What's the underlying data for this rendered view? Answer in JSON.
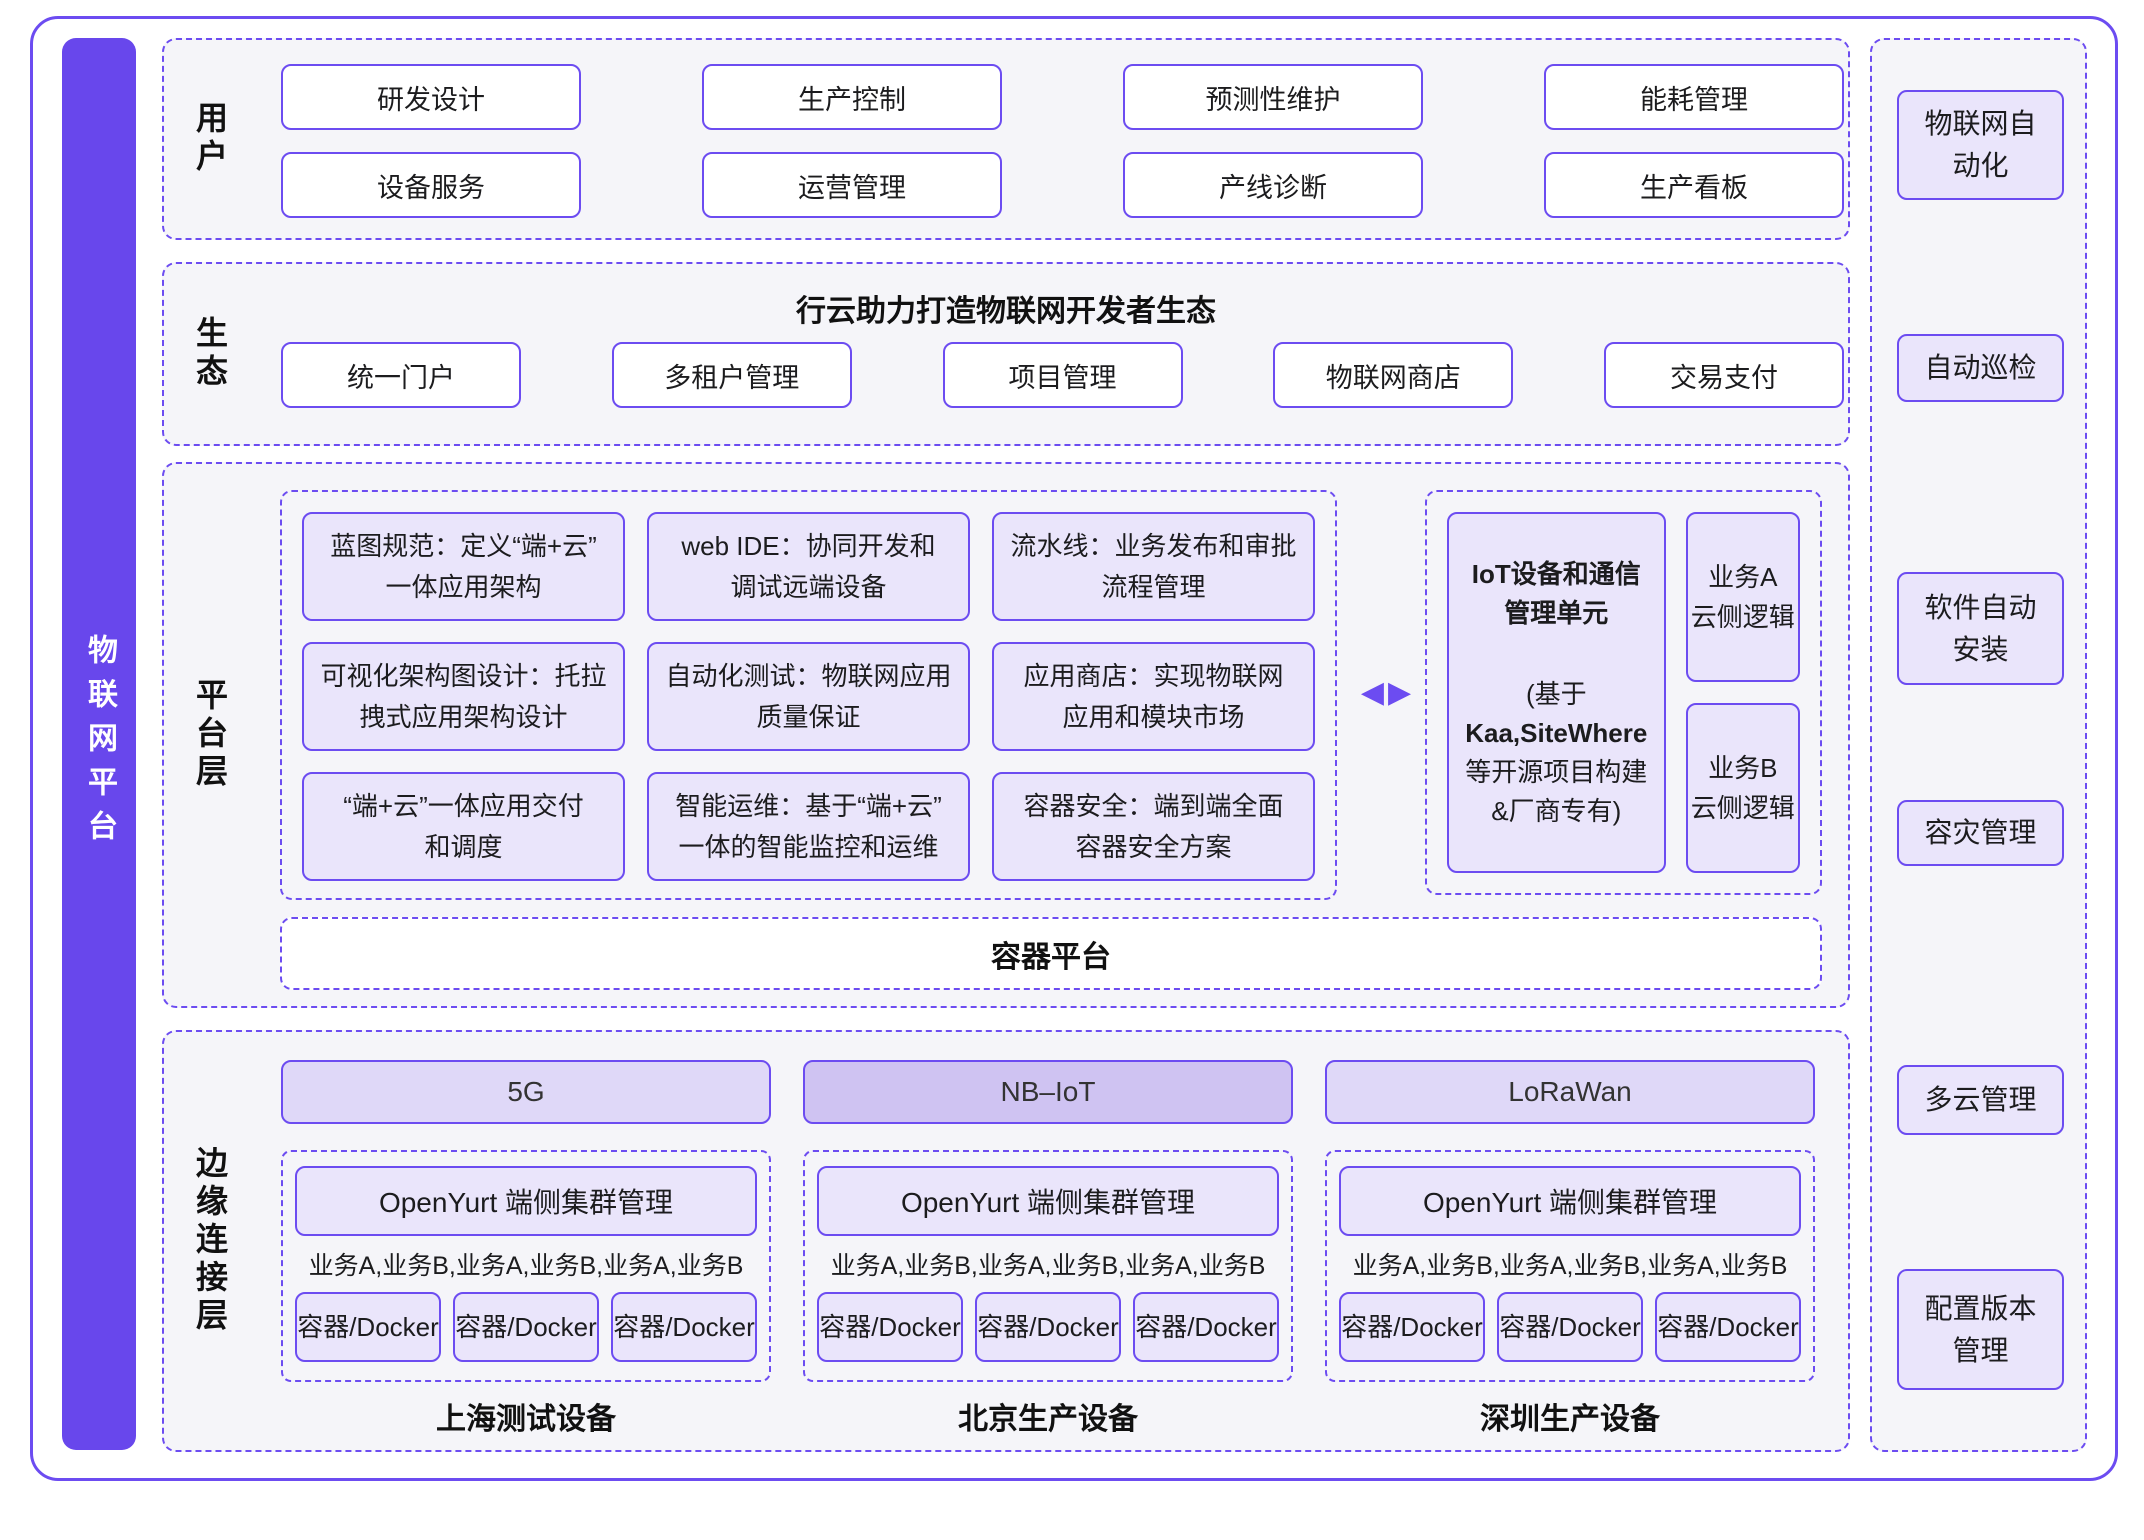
{
  "colors": {
    "accent": "#6C4CF1",
    "rail_bg": "#6847EC",
    "box_fill": "#EAE5FB",
    "network_bar_fill": "#DFD8F8",
    "network_bar_fill_active": "#CFC3F2",
    "section_bg": "#F5F5F9"
  },
  "left_rail": {
    "label": "物联网平台"
  },
  "user_section": {
    "label": "用户",
    "boxes": [
      "研发设计",
      "生产控制",
      "预测性维护",
      "能耗管理",
      "设备服务",
      "运营管理",
      "产线诊断",
      "生产看板"
    ]
  },
  "eco_section": {
    "label": "生态",
    "title": "行云助力打造物联网开发者生态",
    "boxes": [
      "统一门户",
      "多租户管理",
      "项目管理",
      "物联网商店",
      "交易支付"
    ]
  },
  "platform_section": {
    "label": "平台层",
    "capabilities": [
      "蓝图规范：定义“端+云”\n一体应用架构",
      "web IDE：协同开发和\n调试远端设备",
      "流水线：业务发布和审批\n流程管理",
      "可视化架构图设计：托拉\n拽式应用架构设计",
      "自动化测试：物联网应用\n质量保证",
      "应用商店：实现物联网\n应用和模块市场",
      "“端+云”一体应用交付\n和调度",
      "智能运维：基于“端+云”\n一体的智能监控和运维",
      "容器安全：端到端全面\n容器安全方案"
    ],
    "iot_unit": {
      "title": "IoT设备和通信\n管理单元",
      "sub_prefix": "(基于",
      "sub_bold": "Kaa,SiteWhere",
      "sub_suffix": "等开源项目构建\n&厂商专有)"
    },
    "cloud_logic_boxes": [
      "业务A\n云侧逻辑",
      "业务B\n云侧逻辑"
    ],
    "container_platform": "容器平台"
  },
  "icons": {
    "sync_left": "◀",
    "sync_right": "▶"
  },
  "edge_section": {
    "label": "边缘连接层",
    "groups": [
      {
        "network": "5G",
        "cluster": "OpenYurt 端侧集群管理",
        "services": "业务A,业务B,业务A,业务B,业务A,业务B",
        "containers": [
          "容器/Docker",
          "容器/Docker",
          "容器/Docker"
        ],
        "site": "上海测试设备"
      },
      {
        "network": "NB–IoT",
        "cluster": "OpenYurt 端侧集群管理",
        "services": "业务A,业务B,业务A,业务B,业务A,业务B",
        "containers": [
          "容器/Docker",
          "容器/Docker",
          "容器/Docker"
        ],
        "site": "北京生产设备"
      },
      {
        "network": "LoRaWan",
        "cluster": "OpenYurt 端侧集群管理",
        "services": "业务A,业务B,业务A,业务B,业务A,业务B",
        "containers": [
          "容器/Docker",
          "容器/Docker",
          "容器/Docker"
        ],
        "site": "深圳生产设备"
      }
    ]
  },
  "right_rail": {
    "items": [
      "物联网自\n动化",
      "自动巡检",
      "软件自动\n安装",
      "容灾管理",
      "多云管理",
      "配置版本\n管理"
    ]
  }
}
